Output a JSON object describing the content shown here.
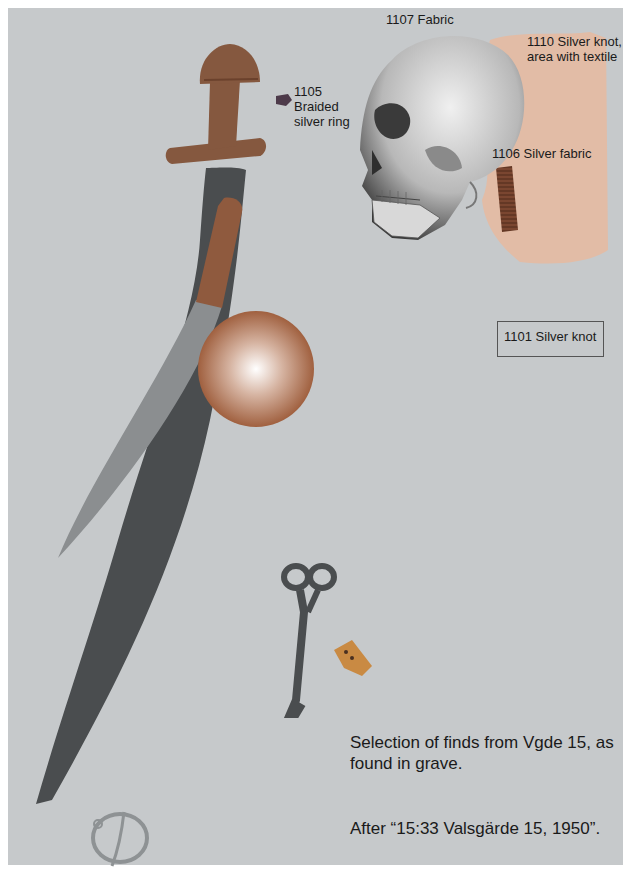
{
  "diagram": {
    "caption": "Selection of finds from Vgde 15, as found in grave.",
    "nodes": [
      {
        "text": [
          "1101 Silver knot"
        ]
      }
    ],
    "labels": [
      "1107 Fabric",
      "1110 Silver knot, area with textile",
      "1105 Braided silver ring",
      "1106 Silver fabric",
      "After “15:33 Valsgärde 15, 1950”."
    ]
  }
}
